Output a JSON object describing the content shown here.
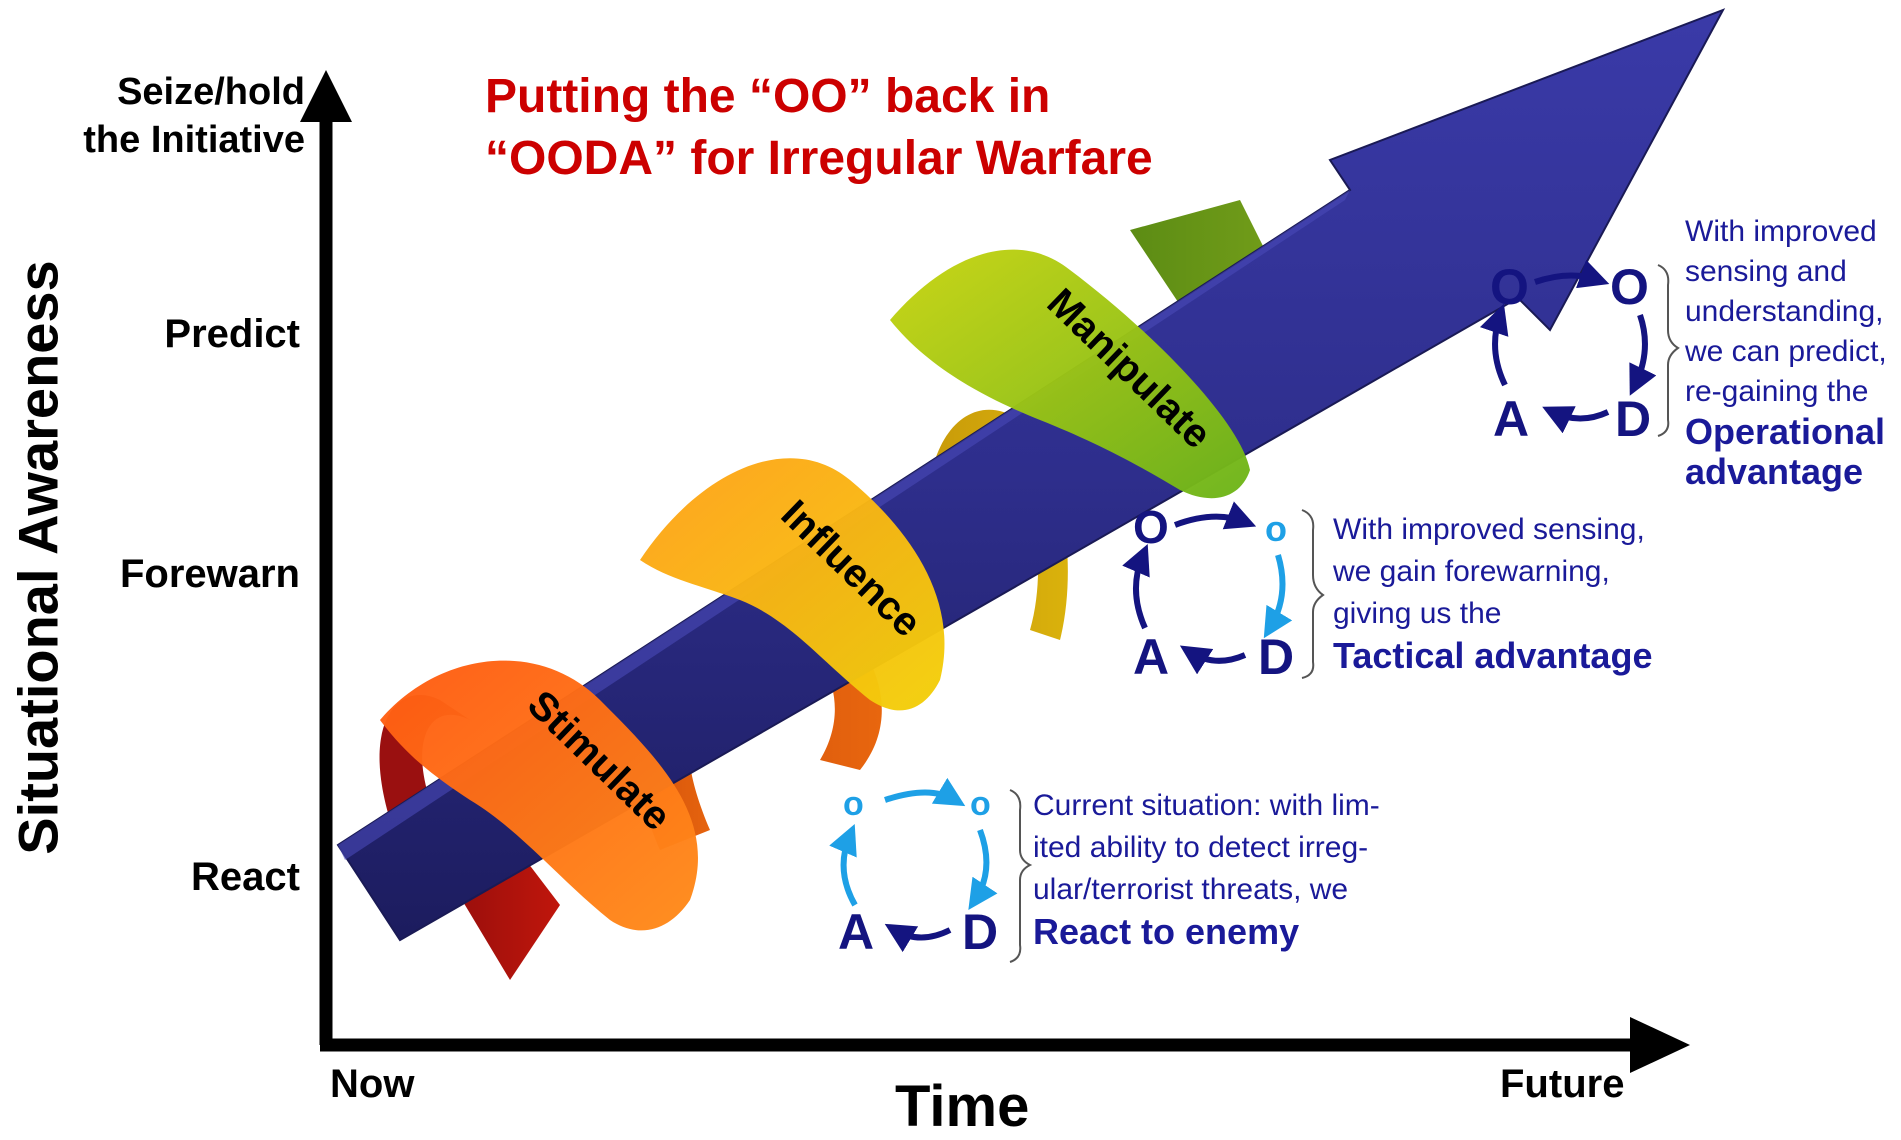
{
  "title": {
    "line1": "Putting the “OO” back in",
    "line2": "“OODA” for Irregular Warfare"
  },
  "y_axis": {
    "label": "Situational Awareness",
    "top_label_1": "Seize/hold",
    "top_label_2": "the Initiative",
    "levels": [
      "Predict",
      "Forewarn",
      "React"
    ]
  },
  "x_axis": {
    "label": "Time",
    "start": "Now",
    "end": "Future"
  },
  "ribbon_labels": [
    "Stimulate",
    "Influence",
    "Manipulate"
  ],
  "colors": {
    "arrow": "#2e2e8c",
    "title": "#cc0000",
    "note_text": "#1a1a99",
    "dark_ooda": "#141480",
    "light_ooda": "#1ea0e6",
    "ribbon_red": "#a01010",
    "ribbon_orange": "#ff7a1a",
    "ribbon_yellow": "#f2c20a",
    "ribbon_green": "#7fbf1a"
  },
  "loops": [
    {
      "letters": [
        "o",
        "o",
        "D",
        "A"
      ],
      "text_lines": [
        "Current situation: with lim-",
        "ited ability to detect irreg-",
        "ular/terrorist threats, we"
      ],
      "strong": "React to enemy"
    },
    {
      "letters": [
        "O",
        "o",
        "D",
        "A"
      ],
      "text_lines": [
        "With improved sensing,",
        "we gain forewarning,",
        "giving us the"
      ],
      "strong": "Tactical advantage"
    },
    {
      "letters": [
        "O",
        "O",
        "D",
        "A"
      ],
      "text_lines": [
        "With improved",
        "sensing and",
        "understanding,",
        "we can predict,",
        "re-gaining the"
      ],
      "strong_lines": [
        "Operational",
        "advantage"
      ]
    }
  ]
}
